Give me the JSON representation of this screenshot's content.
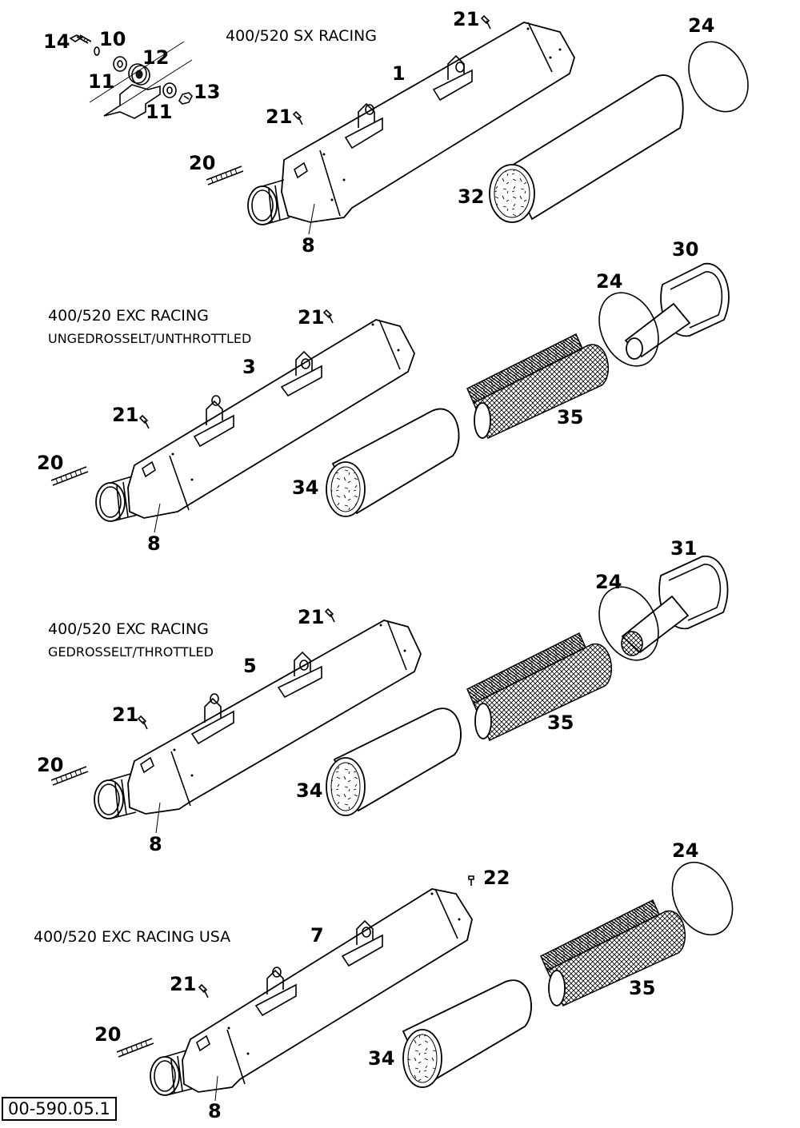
{
  "titles": {
    "sx_racing": "400/520 SX RACING",
    "exc_unthrottled": "400/520 EXC RACING",
    "exc_unthrottled_sub": "UNGEDROSSELT/UNTHROTTLED",
    "exc_throttled": "400/520 EXC RACING",
    "exc_throttled_sub": "GEDROSSELT/THROTTLED",
    "exc_usa": "400/520 EXC RACING USA"
  },
  "diagram_code": "00-590.05.1",
  "callouts": {
    "top_bracket": [
      "14",
      "10",
      "11",
      "12",
      "11",
      "13"
    ],
    "sx": [
      "21",
      "1",
      "21",
      "20",
      "8",
      "24",
      "32"
    ],
    "unthrottled": [
      "21",
      "3",
      "21",
      "20",
      "8",
      "30",
      "24",
      "35",
      "34"
    ],
    "throttled": [
      "21",
      "5",
      "21",
      "20",
      "8",
      "31",
      "24",
      "35",
      "34"
    ],
    "usa": [
      "22",
      "7",
      "21",
      "20",
      "8",
      "24",
      "35",
      "34"
    ]
  }
}
